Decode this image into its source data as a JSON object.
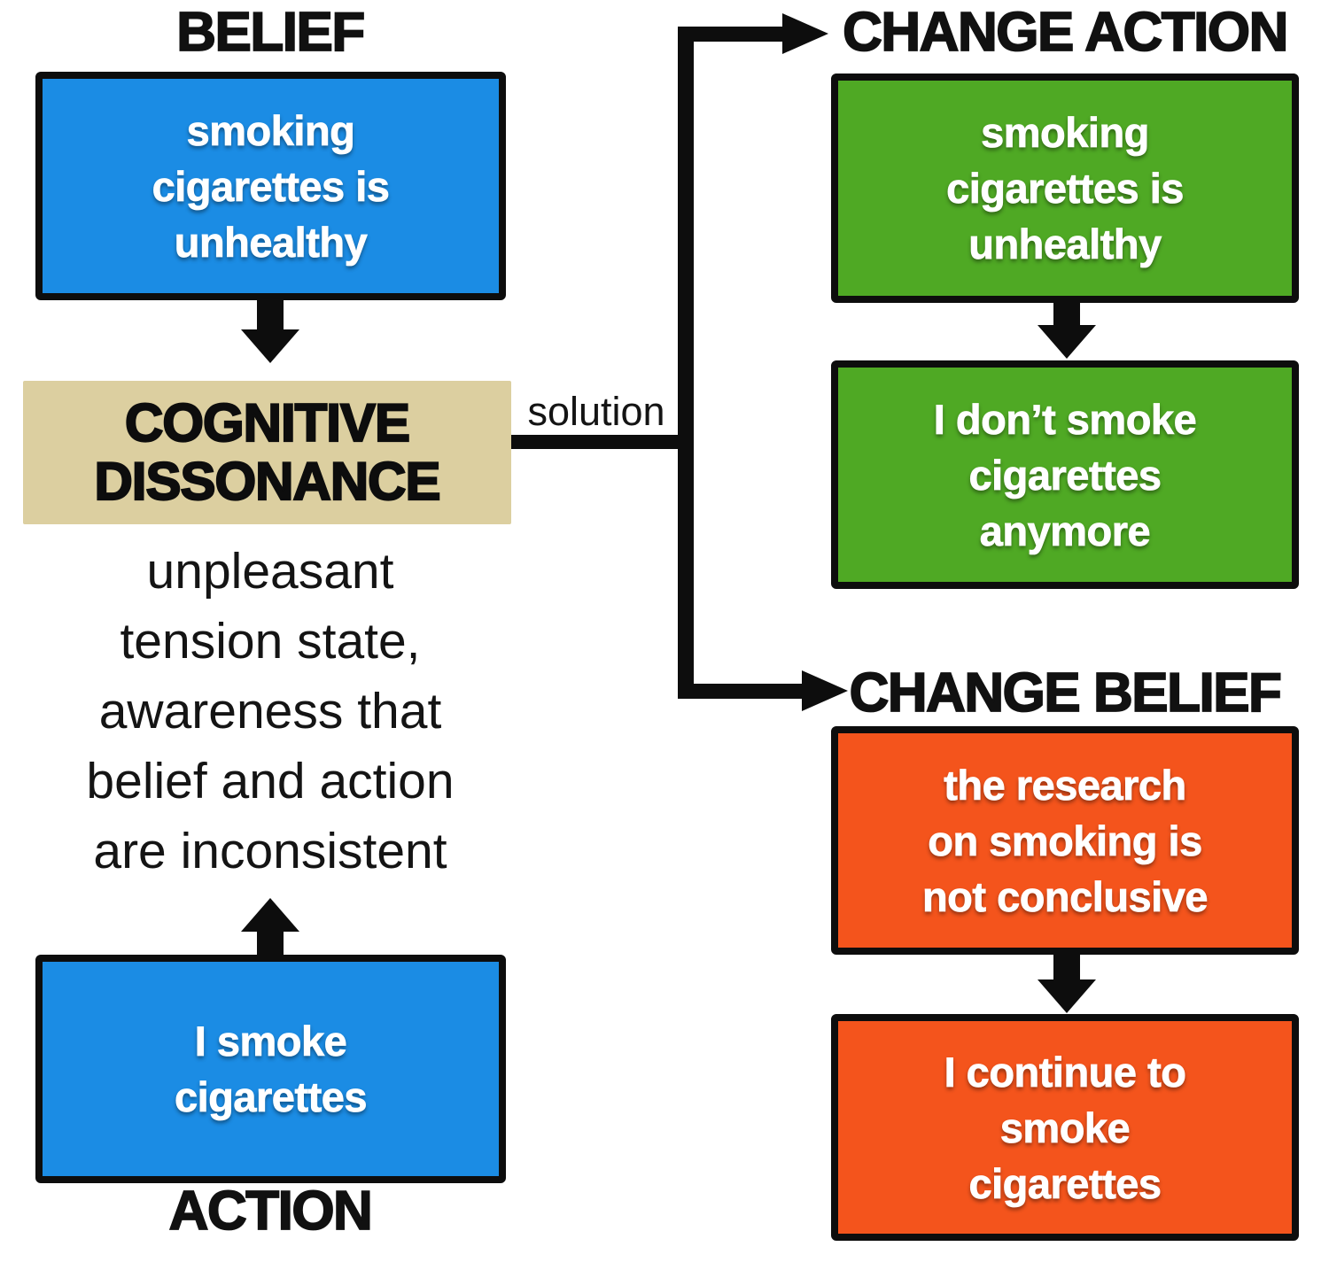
{
  "diagram": {
    "title_context": "cognitive dissonance flowchart",
    "colors": {
      "belief_action_blue": "#1B8CE4",
      "change_action_green": "#4FA924",
      "change_belief_orange": "#F4541C",
      "dissonance_tan": "#DCCFA0",
      "line_black": "#0d0d0d",
      "background": "#ffffff"
    },
    "left": {
      "belief_label": "BELIEF",
      "belief_box": "smoking\ncigarettes is\nunhealthy",
      "dissonance_box": "COGNITIVE\nDISSONANCE",
      "dissonance_description": "unpleasant\ntension state,\nawareness that\nbelief and action\nare inconsistent",
      "action_box": "I smoke\ncigarettes",
      "action_label": "ACTION"
    },
    "connector": {
      "solution_label": "solution"
    },
    "right": {
      "change_action_label": "CHANGE ACTION",
      "change_action_box1": "smoking\ncigarettes is\nunhealthy",
      "change_action_box2": "I don’t smoke\ncigarettes\nanymore",
      "change_belief_label": "CHANGE BELIEF",
      "change_belief_box1": "the research\non smoking is\nnot conclusive",
      "change_belief_box2": "I continue to\nsmoke\ncigarettes"
    }
  }
}
